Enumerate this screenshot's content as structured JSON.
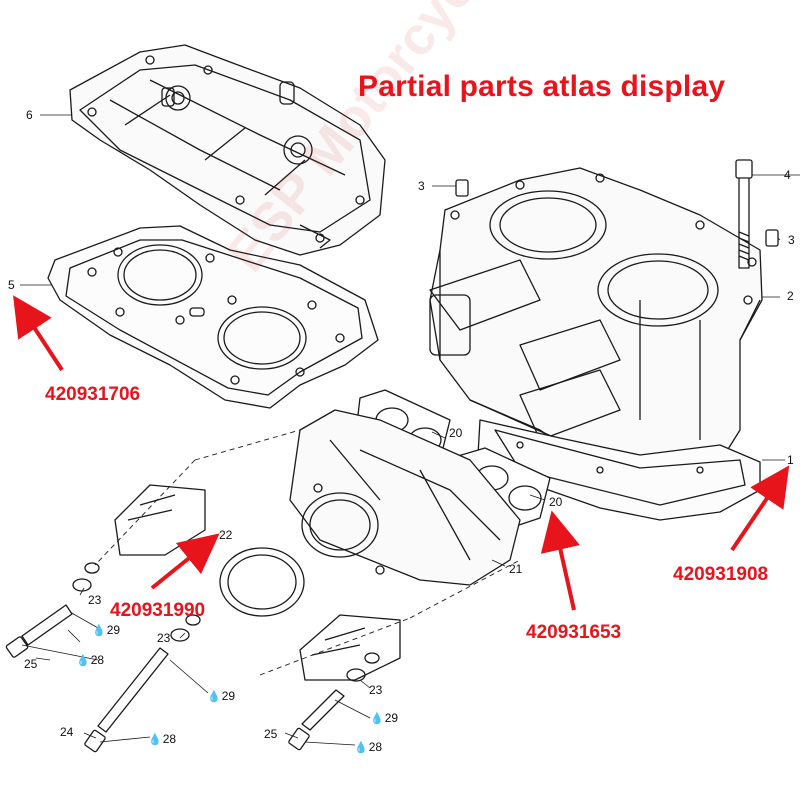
{
  "title": "Partial parts atlas display",
  "watermark": "ESP Motorcycle Parts Store",
  "part_numbers": {
    "head_gasket": "420931706",
    "base_gasket": "420931908",
    "exhaust_gasket_20": "420931653",
    "exhaust_gasket_22": "420931990"
  },
  "callouts": {
    "c1": "1",
    "c2": "2",
    "c3a": "3",
    "c3b": "3",
    "c4": "4",
    "c5": "5",
    "c6": "6",
    "c20a": "20",
    "c20b": "20",
    "c21": "21",
    "c22": "22",
    "c23a": "23",
    "c23b": "23",
    "c23c": "23",
    "c24": "24",
    "c25a": "25",
    "c25b": "25"
  },
  "torque_marks": {
    "t29a": "29",
    "t28a": "28",
    "t29b": "29",
    "t28b": "28",
    "t29c": "29",
    "t28c": "28"
  },
  "colors": {
    "accent": "#e8141b",
    "line": "#1a1a1a"
  }
}
